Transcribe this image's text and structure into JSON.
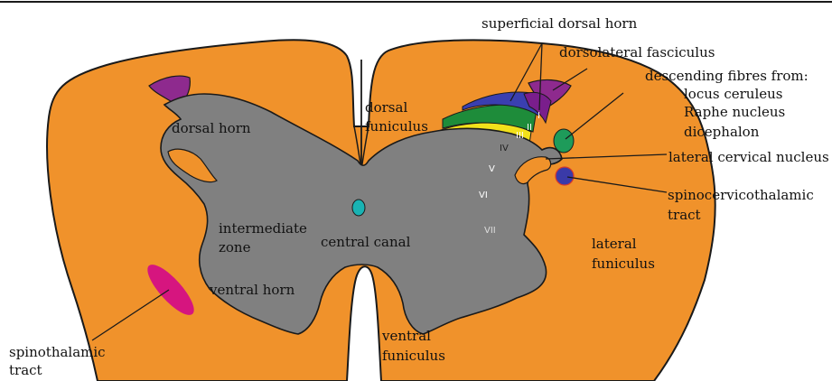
{
  "colors": {
    "white_matter": "#F0922B",
    "gray_matter": "#808080",
    "outline": "#1a1a1a",
    "lissauer": "#8E2A8E",
    "lamina_I": "#7A1E8C",
    "lamina_II": "#3A3FB0",
    "lamina_III": "#1E8C3A",
    "lamina_IV": "#F2E11B",
    "lamina_V": "#EE6A1E",
    "lamina_VI": "#D9262B",
    "central_canal": "#19B3B3",
    "descending_fibres": "#1E9B5A",
    "spinocervicothalamic": "#3A3AA8",
    "spinothalamic": "#D6157F"
  },
  "labels": {
    "dorsal_horn": "dorsal horn",
    "dorsal_funiculus_1": "dorsal",
    "dorsal_funiculus_2": "funiculus",
    "intermediate_zone_1": "intermediate",
    "intermediate_zone_2": "zone",
    "central_canal": "central canal",
    "ventral_horn": "ventral horn",
    "ventral_funiculus_1": "ventral",
    "ventral_funiculus_2": "funiculus",
    "lateral_funiculus_1": "lateral",
    "lateral_funiculus_2": "funiculus",
    "spinothalamic_1": "spinothalamic",
    "spinothalamic_2": "tract",
    "superficial_dorsal_horn": "superficial dorsal horn",
    "dorsolateral_fasciculus": "dorsolateral fasciculus",
    "descending_1": "descending fibres from:",
    "descending_2": "locus ceruleus",
    "descending_3": "Raphe nucleus",
    "descending_4": "dicephalon",
    "lateral_cervical_nucleus": "lateral cervical nucleus",
    "spinocervicothalamic_1": "spinocervicothalamic",
    "spinocervicothalamic_2": "tract"
  },
  "laminae": {
    "I": "I",
    "II": "II",
    "III": "III",
    "IV": "IV",
    "V": "V",
    "VI": "VI",
    "VII": "VII"
  }
}
